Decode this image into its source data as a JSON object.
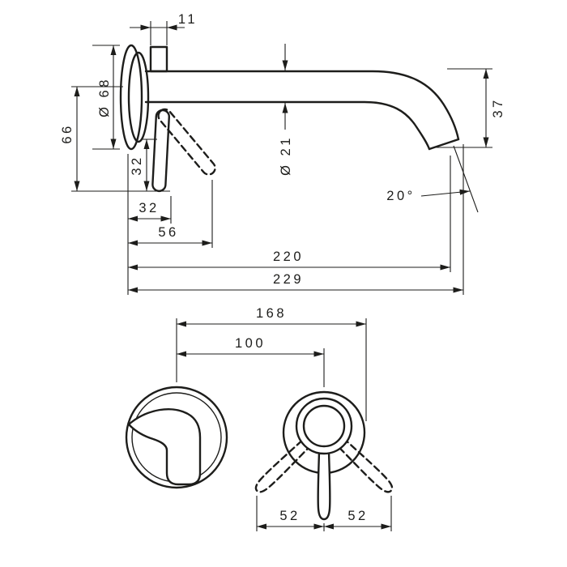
{
  "drawing": {
    "title": "wall-mounted-basin-mixer-dimension-drawing",
    "background": "#ffffff",
    "line_color": "#1d1d1b",
    "side_view": {
      "dim_top_offset": "11",
      "dim_plate_diameter": "Ø 68",
      "dim_axis_to_handle_end": "66",
      "dim_handle_length": "32",
      "dim_handle_projection": "32",
      "dim_open_handle_projection": "56",
      "dim_spout_reach": "220",
      "dim_total_projection": "229",
      "dim_spout_diameter": "Ø 21",
      "dim_outlet_drop": "37",
      "dim_outlet_angle": "20°"
    },
    "front_view": {
      "dim_overall_width": "168",
      "dim_centre_distance": "100",
      "dim_handle_swing_left": "52",
      "dim_handle_swing_right": "52"
    }
  }
}
